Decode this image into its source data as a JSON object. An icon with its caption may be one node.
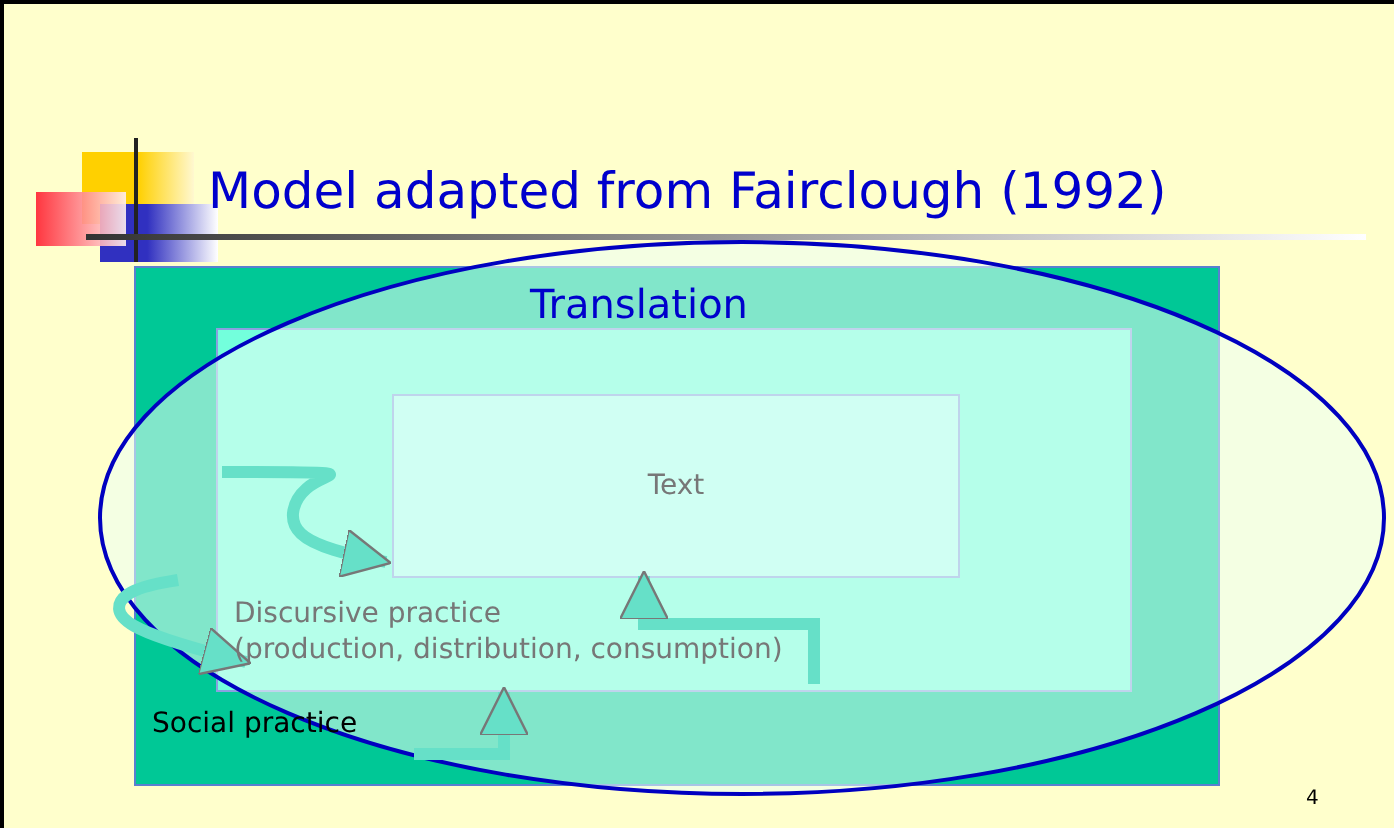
{
  "diagram": {
    "title": "Model adapted from Fairclough (1992)",
    "nodes": [
      {
        "text": [
          "Social practice"
        ]
      },
      {
        "text": [
          "Discursive practice",
          "(production, distribution, consumption)"
        ],
        "in": 0
      },
      {
        "text": [
          "Text"
        ],
        "in": 1
      }
    ],
    "edges": [
      {
        "from": 1,
        "to": 2,
        "arrow": "to"
      },
      {
        "from": 1,
        "to": 2,
        "arrow": "to"
      },
      {
        "from": 0,
        "to": 1,
        "arrow": "to"
      },
      {
        "from": 0,
        "to": 1,
        "arrow": "to"
      }
    ],
    "labels": [
      "Translation",
      "4"
    ]
  }
}
